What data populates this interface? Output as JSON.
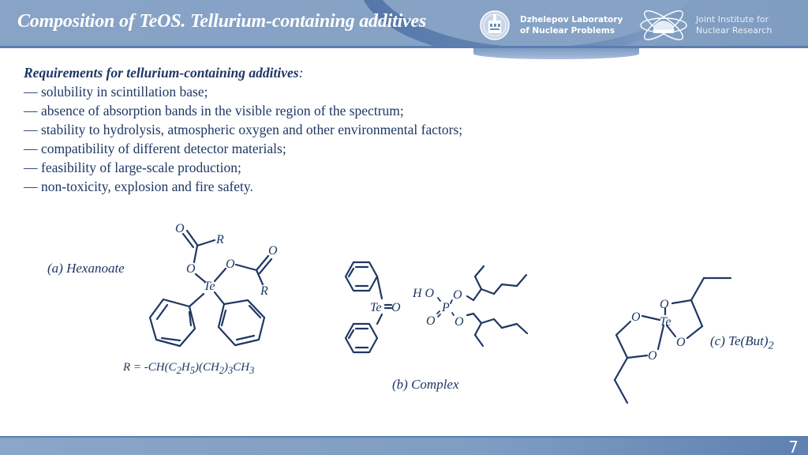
{
  "header": {
    "title": "Composition of TeOS. Tellurium-containing additives",
    "logos": [
      {
        "name": "dlnp",
        "lines": [
          "Dzhelepov Laboratory",
          "of Nuclear Problems"
        ]
      },
      {
        "name": "jinr",
        "lines": [
          "Joint Institute for",
          "Nuclear Research"
        ]
      }
    ]
  },
  "requirements": {
    "title": "Requirements for tellurium-containing additives",
    "title_suffix": ":",
    "dash": "—",
    "items": [
      "solubility in scintillation base;",
      "absence of absorption bands in the visible region of the spectrum;",
      "stability to hydrolysis, atmospheric oxygen and other environmental factors;",
      "compatibility of different detector materials;",
      "feasibility of large-scale production;",
      "non-toxicity, explosion and fire safety."
    ]
  },
  "compounds": {
    "a": {
      "label": "(a) Hexanoate",
      "r_def_prefix": "R =  -CH(C",
      "r_def_parts": [
        "2",
        "H",
        "5",
        ")(CH",
        "2",
        ")",
        "3",
        "CH",
        "3"
      ]
    },
    "b": {
      "label": "(b) Complex"
    },
    "c": {
      "label_main": "(c) Te(But)",
      "label_sub": "2"
    }
  },
  "atoms": {
    "O": "O",
    "R": "R",
    "Te": "Te",
    "P": "P",
    "HO": "H O",
    "TeO": "Te=O"
  },
  "colors": {
    "primary": "#1f3764",
    "header": "#87a3c6",
    "accent": "#5a7eb0"
  },
  "footer": {
    "page_number": "7"
  }
}
